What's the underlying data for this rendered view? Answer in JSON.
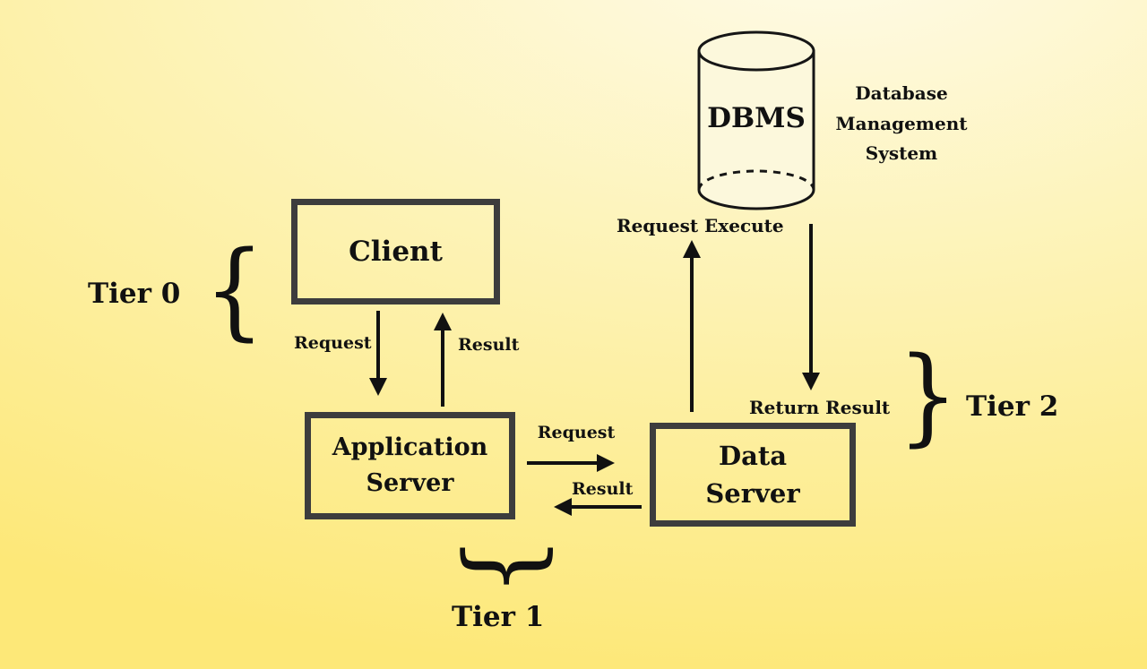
{
  "colors": {
    "background_light": "#fefbe9",
    "background_mid": "#fdf3b6",
    "background_deep": "#fde878",
    "box_border": "#3d3d3d",
    "text": "#111111",
    "arrow": "#111111",
    "cylinder_fill": "#fcf8dc"
  },
  "glyphs": {
    "brace_open": "{",
    "brace_close": "}"
  },
  "nodes": {
    "client": {
      "label": "Client"
    },
    "application_server": {
      "line1": "Application",
      "line2": "Server"
    },
    "data_server": {
      "line1": "Data",
      "line2": "Server"
    },
    "dbms": {
      "label": "DBMS",
      "caption_line1": "Database",
      "caption_line2": "Management",
      "caption_line3": "System"
    }
  },
  "tiers": {
    "tier0": {
      "label": "Tier 0"
    },
    "tier1": {
      "label": "Tier 1"
    },
    "tier2": {
      "label": "Tier 2"
    }
  },
  "edges": {
    "client_to_app": {
      "label": "Request"
    },
    "app_to_client": {
      "label": "Result"
    },
    "app_to_data": {
      "label": "Request"
    },
    "data_to_app": {
      "label": "Result"
    },
    "data_to_dbms": {
      "label": "Request Execute"
    },
    "dbms_to_data": {
      "label": "Return Result"
    }
  }
}
